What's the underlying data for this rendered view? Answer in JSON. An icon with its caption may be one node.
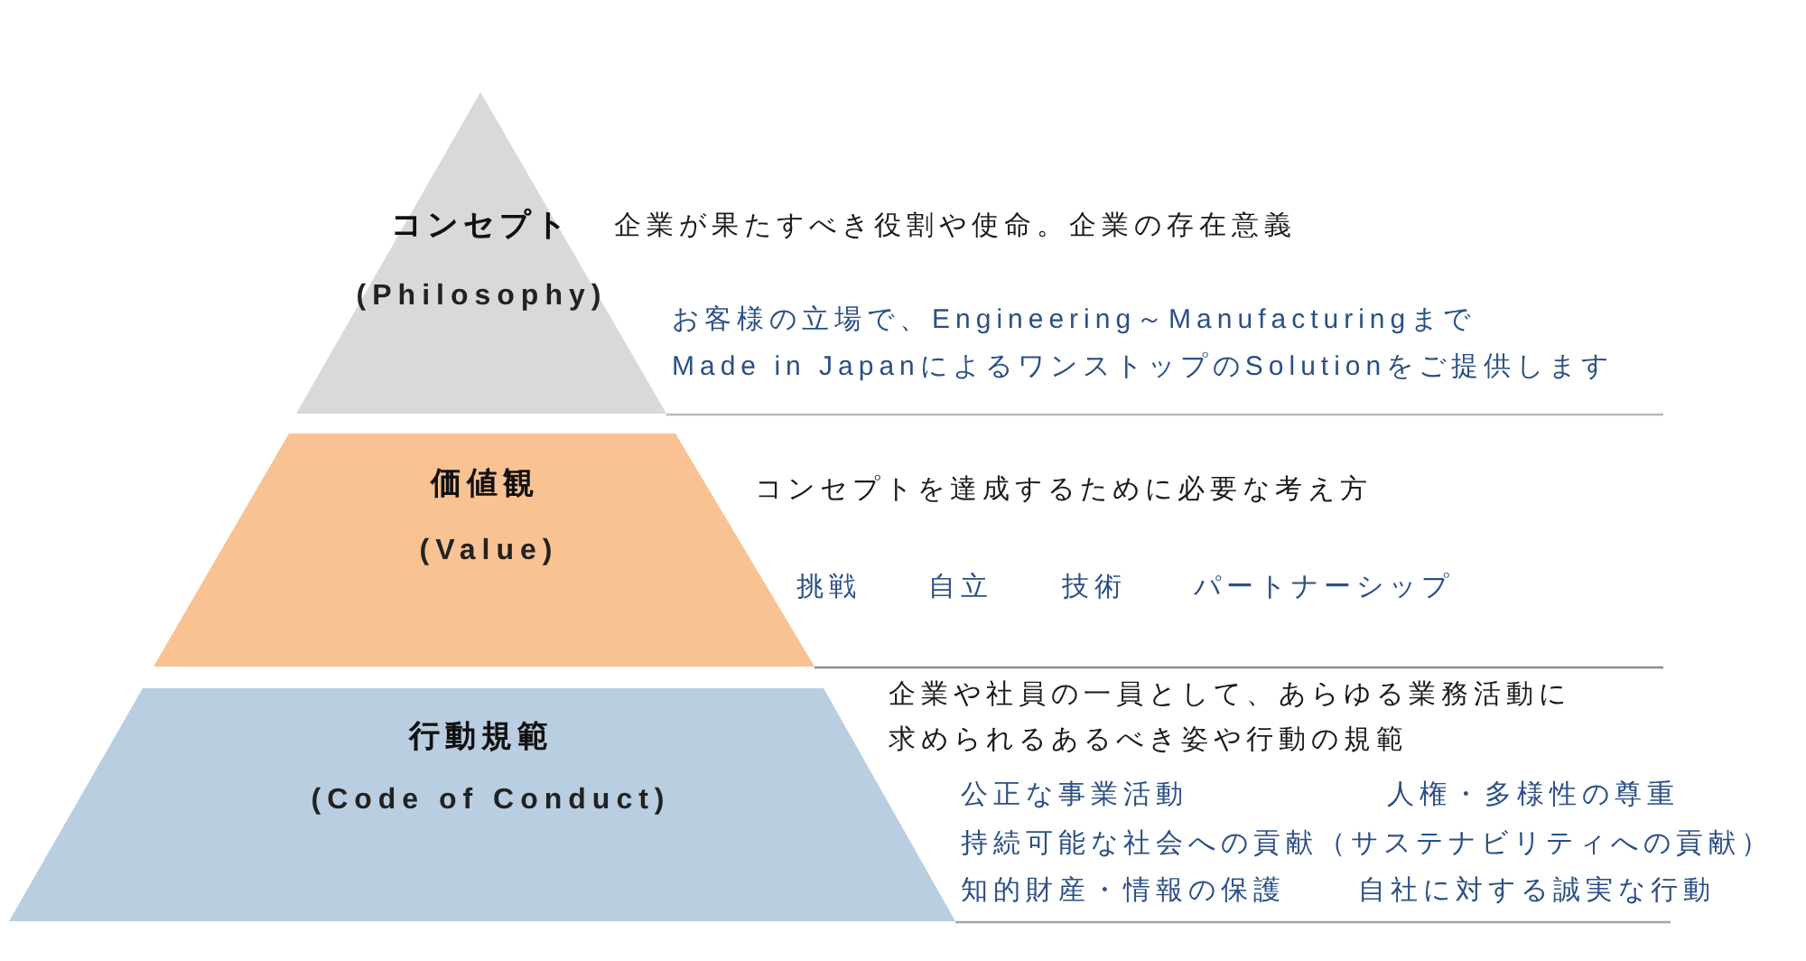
{
  "diagram": {
    "nodes": [
      {
        "text": [
          "コンセプト",
          "(Philosophy)"
        ],
        "beside": [
          "企業が果たすべき役割や使命。企業の存在意義",
          "お客様の立場で、Engineering～Manufacturingまで",
          "Made in JapanによるワンストップのSolutionをご提供します"
        ]
      },
      {
        "text": [
          "価値観",
          "(Value)"
        ],
        "beside": [
          "コンセプトを達成するために必要な考え方",
          "挑戦",
          "自立",
          "技術",
          "パートナーシップ"
        ]
      },
      {
        "text": [
          "行動規範",
          "(Code of Conduct)"
        ],
        "beside": [
          "企業や社員の一員として、あらゆる業務活動に求められるあるべき姿や行動の規範",
          "公正な事業活動",
          "人権・多様性の尊重",
          "持続可能な社会への貢献（サステナビリティへの貢献）",
          "知的財産・情報の保護",
          "自社に対する誠実な行動"
        ]
      }
    ]
  }
}
